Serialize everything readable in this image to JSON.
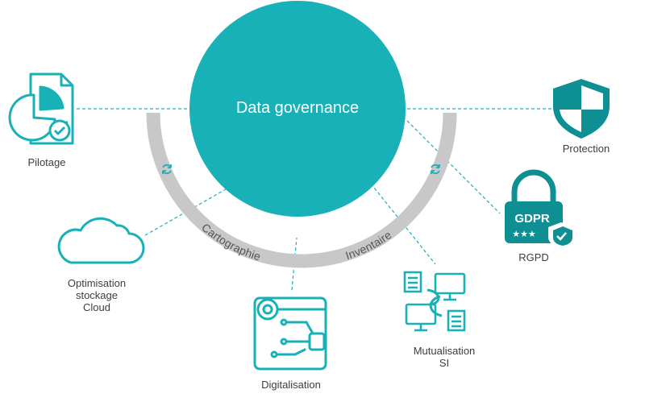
{
  "center": {
    "title": "Data governance"
  },
  "arc": {
    "left_label": "Cartographie",
    "right_label": "Inventaire"
  },
  "nodes": [
    {
      "icon": "pie-chart-document-icon",
      "label": "Pilotage"
    },
    {
      "icon": "cloud-icon",
      "label_lines": [
        "Optimisation",
        "stockage",
        "Cloud"
      ]
    },
    {
      "icon": "circuit-board-icon",
      "label": "Digitalisation"
    },
    {
      "icon": "computer-network-icon",
      "label_lines": [
        "Mutualisation",
        "SI"
      ]
    },
    {
      "icon": "gdpr-lock-icon",
      "icon_text": "GDPR",
      "label": "RGPD"
    },
    {
      "icon": "shield-icon",
      "label": "Protection"
    }
  ],
  "colors": {
    "teal": "#17b1b7",
    "dark_teal": "#0e8f93",
    "arc_gray": "#c8c8c8",
    "text": "#3d3d3d"
  }
}
